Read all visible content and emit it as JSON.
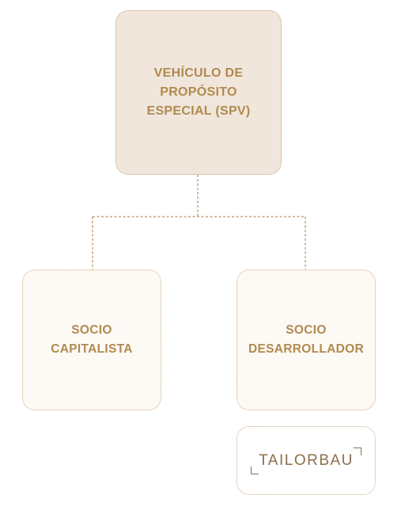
{
  "spv": {
    "line1": "VEHÍCULO DE",
    "line2": "PROPÓSITO",
    "line3": "ESPECIAL (SPV)"
  },
  "capitalista": {
    "line1": "SOCIO",
    "line2": "CAPITALISTA"
  },
  "desarrollador": {
    "line1": "SOCIO",
    "line2": "DESARROLLADOR"
  },
  "brand": {
    "logo_text": "TAILORBAU"
  },
  "colors": {
    "accent_text": "#b08a4f",
    "border": "#c8ab84",
    "spv_fill": "#f1e6dc",
    "partner_fill": "#fdf9f5"
  }
}
